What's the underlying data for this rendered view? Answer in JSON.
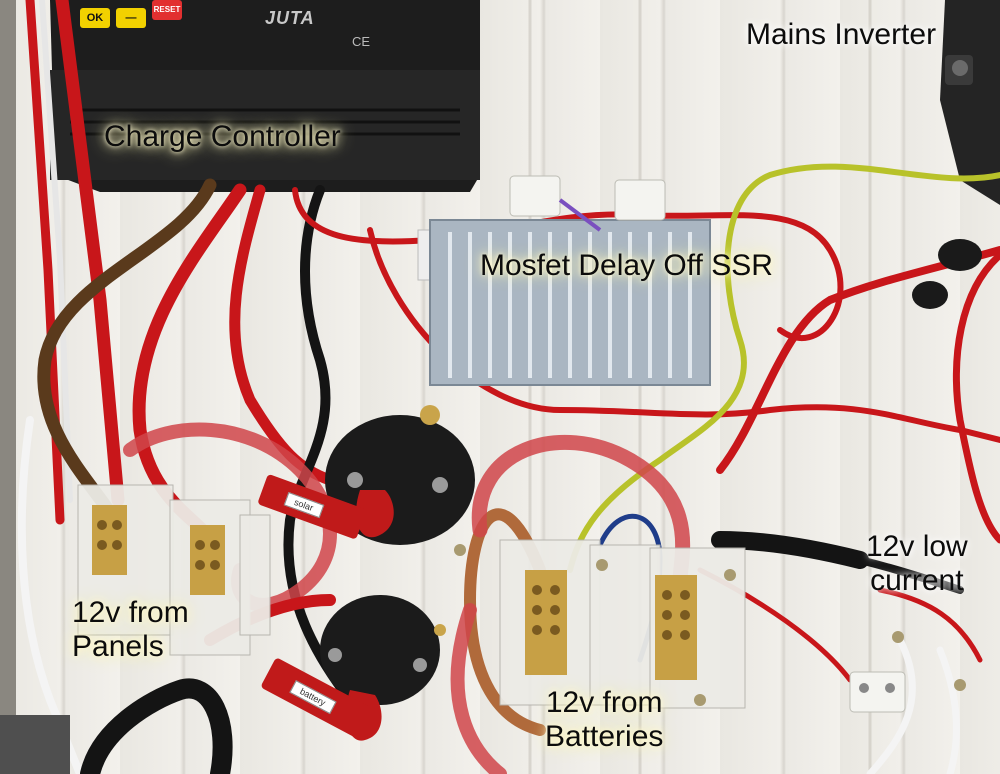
{
  "labels": {
    "charge_controller": "Charge Controller",
    "mains_inverter": "Mains Inverter",
    "mosfet_ssr": "Mosfet Delay Off SSR",
    "panels": "12v from\nPanels",
    "batteries": "12v from\nBatteries",
    "low_current": "12v low\ncurrent"
  },
  "controller": {
    "brand": "JUTA",
    "ce_mark": "CE",
    "ok_button": "OK",
    "minus_button": "—",
    "reset_button": "RESET"
  },
  "switch_tags": {
    "top_switch": "solar",
    "bottom_switch": "battery"
  },
  "colors": {
    "wire_red": "#c8161a",
    "wire_black": "#141414",
    "wire_brown": "#5a3a1c",
    "wire_yellow_green": "#b8c22a",
    "controller_body": "#1f1f1f",
    "heatsink": "#b8c4cf"
  }
}
